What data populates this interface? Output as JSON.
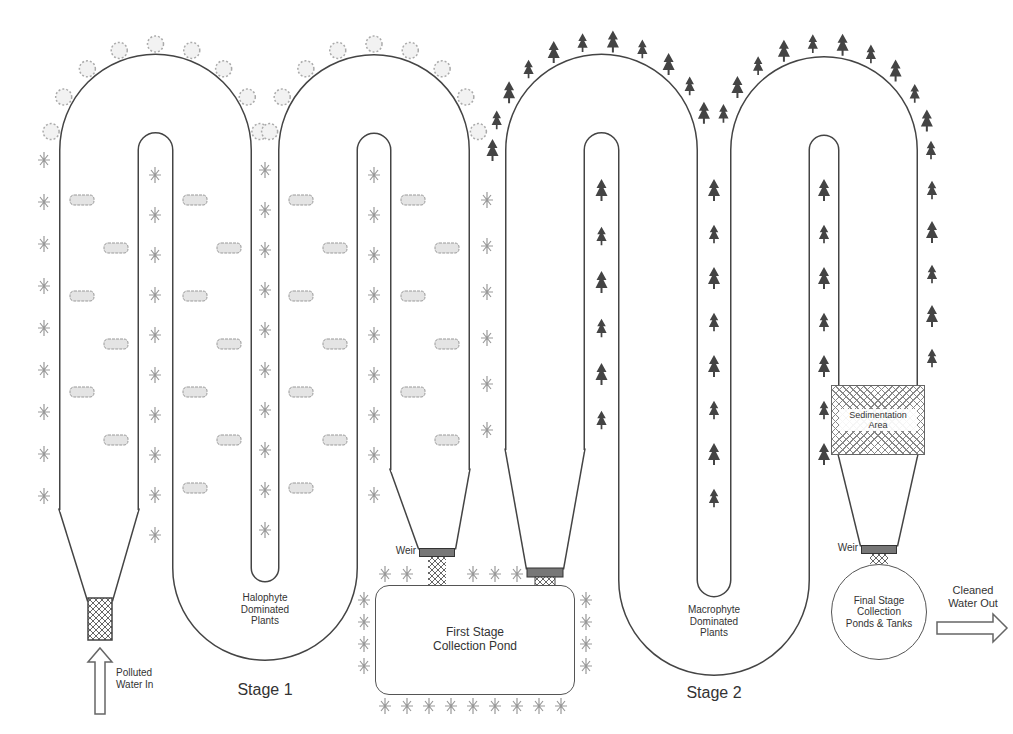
{
  "diagram": {
    "nodes": [
      {
        "text": [
          "Weir"
        ]
      },
      {
        "text": [
          "First Stage Collection Pond"
        ]
      },
      {
        "text": [
          "Sedimentation Area"
        ]
      },
      {
        "text": [
          "Weir"
        ]
      },
      {
        "text": [
          "Final Stage Collection Ponds & Tanks"
        ]
      }
    ],
    "edges": [
      {
        "from": 0,
        "to": 1,
        "arrow": "none"
      },
      {
        "from": 3,
        "to": 4,
        "arrow": "none"
      }
    ],
    "labels": [
      "Polluted Water In",
      "Halophyte Dominated Plants",
      "Stage 1",
      "Macrophyte Dominated Plants",
      "Stage 2",
      "Cleaned Water Out"
    ]
  }
}
